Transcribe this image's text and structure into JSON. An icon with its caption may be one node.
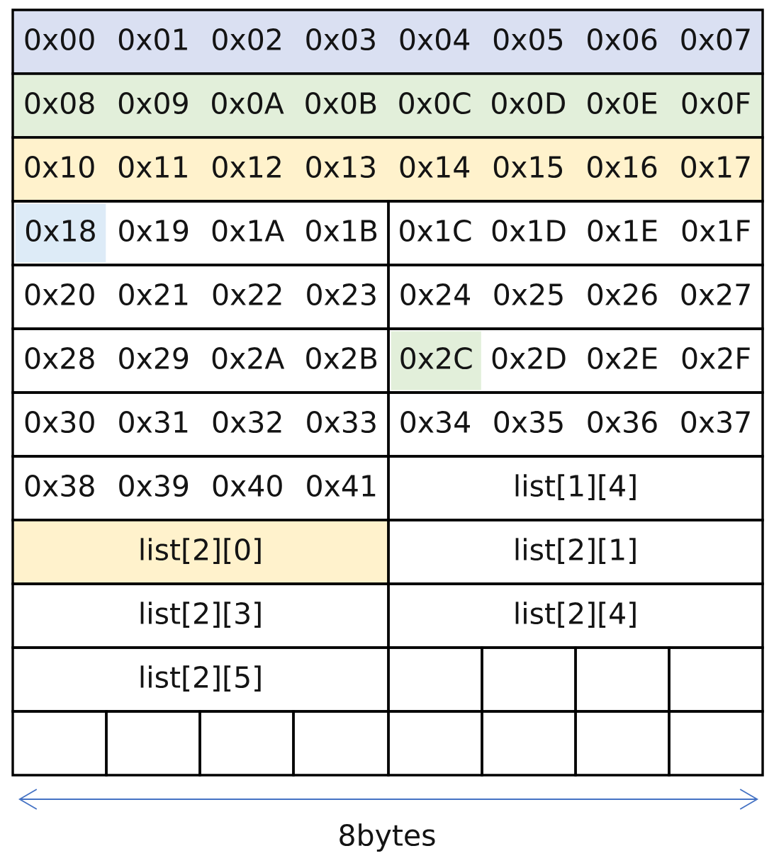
{
  "diagram": {
    "nodes": [
      {
        "text": [
          "0x00",
          "0x01",
          "0x02",
          "0x03",
          "0x04",
          "0x05",
          "0x06",
          "0x07"
        ]
      },
      {
        "text": [
          "0x08",
          "0x09",
          "0x0A",
          "0x0B",
          "0x0C",
          "0x0D",
          "0x0E",
          "0x0F"
        ]
      },
      {
        "text": [
          "0x10",
          "0x11",
          "0x12",
          "0x13",
          "0x14",
          "0x15",
          "0x16",
          "0x17"
        ]
      },
      {
        "text": [
          "0x18",
          "0x19",
          "0x1A",
          "0x1B"
        ]
      },
      {
        "text": [
          "0x1C",
          "0x1D",
          "0x1E",
          "0x1F"
        ]
      },
      {
        "text": [
          "0x20",
          "0x21",
          "0x22",
          "0x23"
        ]
      },
      {
        "text": [
          "0x24",
          "0x25",
          "0x26",
          "0x27"
        ]
      },
      {
        "text": [
          "0x28",
          "0x29",
          "0x2A",
          "0x2B"
        ]
      },
      {
        "text": [
          "0x2C",
          "0x2D",
          "0x2E",
          "0x2F"
        ]
      },
      {
        "text": [
          "0x30",
          "0x31",
          "0x32",
          "0x33"
        ]
      },
      {
        "text": [
          "0x34",
          "0x35",
          "0x36",
          "0x37"
        ]
      },
      {
        "text": [
          "0x38",
          "0x39",
          "0x40",
          "0x41"
        ]
      },
      {
        "text": [
          "list[1][4]"
        ]
      },
      {
        "text": [
          "list[2][0]"
        ]
      },
      {
        "text": [
          "list[2][1]"
        ]
      },
      {
        "text": [
          "list[2][3]"
        ]
      },
      {
        "text": [
          "list[2][4]"
        ]
      },
      {
        "text": [
          "list[2][5]"
        ]
      },
      {
        "text": [],
        "shape": "box"
      },
      {
        "text": [],
        "shape": "box"
      },
      {
        "text": [],
        "shape": "box"
      },
      {
        "text": [],
        "shape": "box"
      },
      {
        "text": [],
        "shape": "box"
      },
      {
        "text": [],
        "shape": "box"
      },
      {
        "text": [],
        "shape": "box"
      },
      {
        "text": [],
        "shape": "box"
      },
      {
        "text": [],
        "shape": "box"
      },
      {
        "text": [],
        "shape": "box"
      },
      {
        "text": [],
        "shape": "box"
      },
      {
        "text": [],
        "shape": "box"
      }
    ],
    "labels": [
      "8bytes"
    ]
  }
}
